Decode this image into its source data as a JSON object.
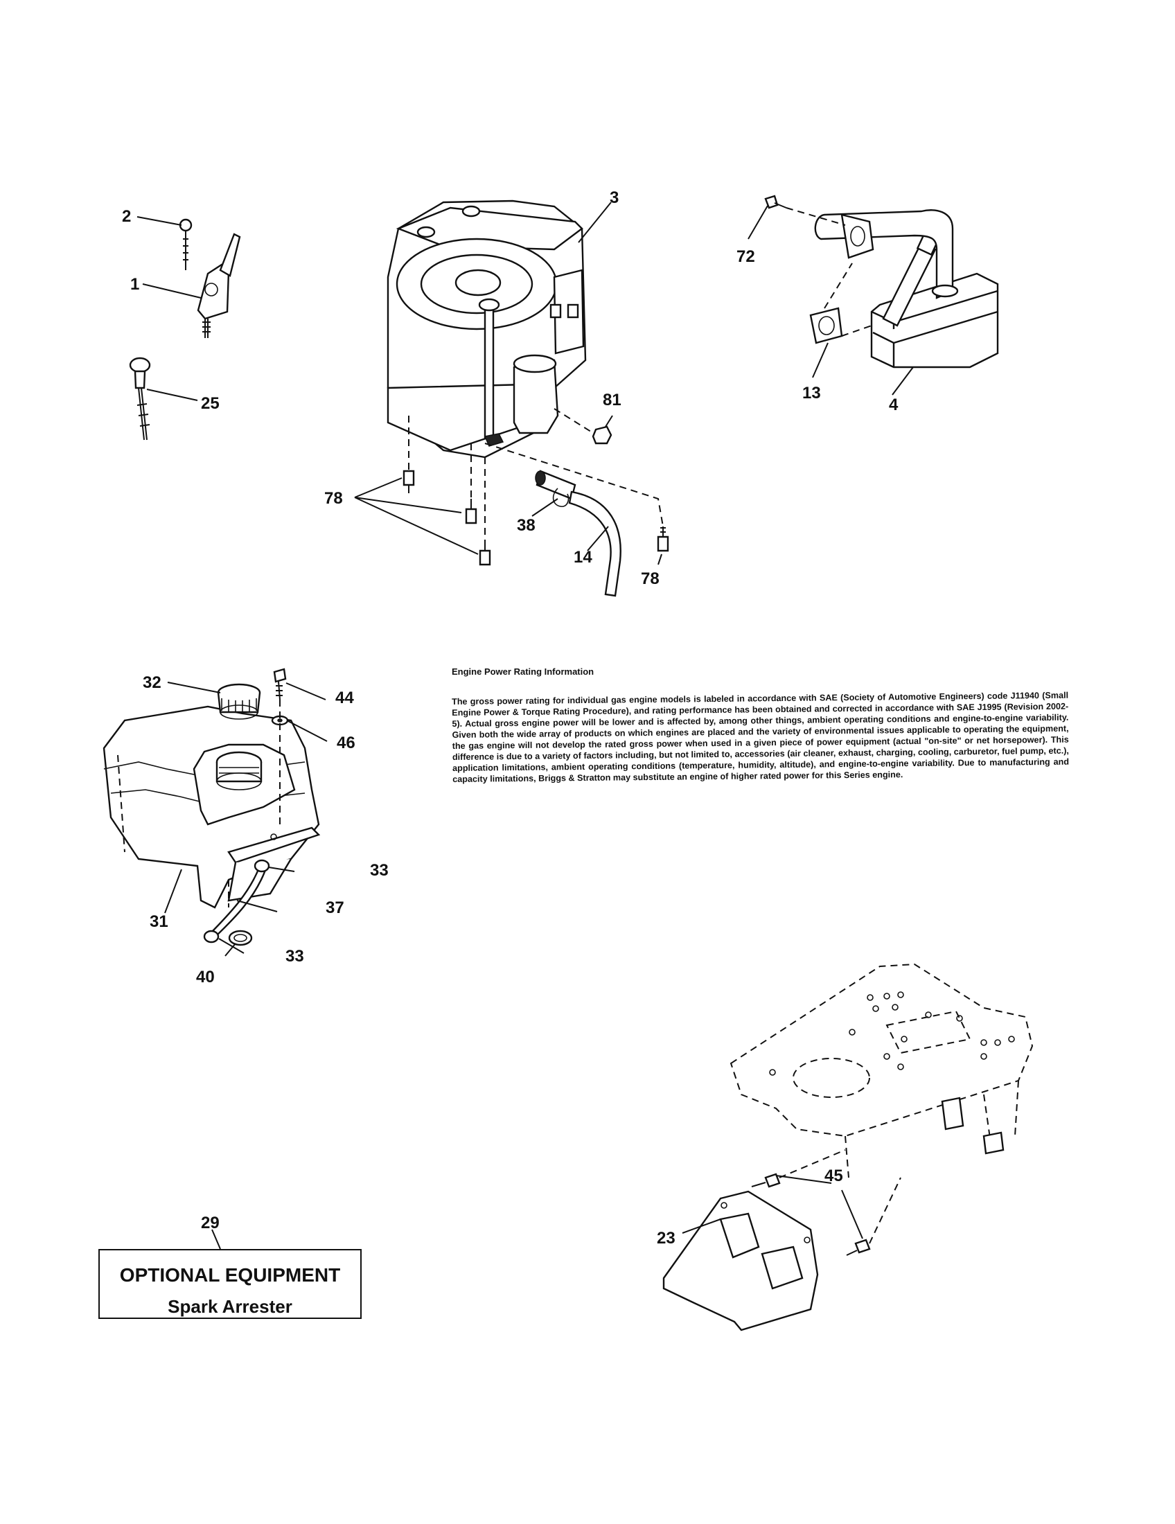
{
  "callouts": {
    "c1": "1",
    "c2": "2",
    "c3": "3",
    "c4": "4",
    "c13": "13",
    "c14": "14",
    "c23": "23",
    "c25": "25",
    "c29": "29",
    "c31": "31",
    "c32": "32",
    "c33a": "33",
    "c33b": "33",
    "c37": "37",
    "c38": "38",
    "c40": "40",
    "c44": "44",
    "c45": "45",
    "c46": "46",
    "c72": "72",
    "c78a": "78",
    "c78b": "78",
    "c81": "81"
  },
  "info": {
    "heading": "Engine Power Rating Information",
    "body": "The gross power rating for individual gas engine models is labeled in accordance with SAE (Society of Automotive Engineers) code J11940 (Small Engine Power & Torque Rating Procedure), and rating performance has been obtained and corrected in accordance with SAE J1995 (Revision 2002-5). Actual gross engine power will be lower and is affected by, among other things, ambient operating conditions and engine-to-engine variability. Given both the wide array of products on which engines are placed and the variety of environmental issues applicable to operating the equipment, the gas engine will not develop the rated gross power when used in a given piece of power equipment (actual \"on-site\" or net horsepower). This difference is due to a variety of factors including, but not limited to, accessories (air cleaner, exhaust, charging, cooling, carburetor, fuel pump, etc.), application limitations, ambient operating conditions (temperature, humidity, altitude), and engine-to-engine variability. Due to manufacturing and capacity limitations, Briggs & Stratton may substitute an engine of higher rated power for this Series engine."
  },
  "optional": {
    "title": "OPTIONAL EQUIPMENT",
    "subtitle": "Spark Arrester"
  }
}
